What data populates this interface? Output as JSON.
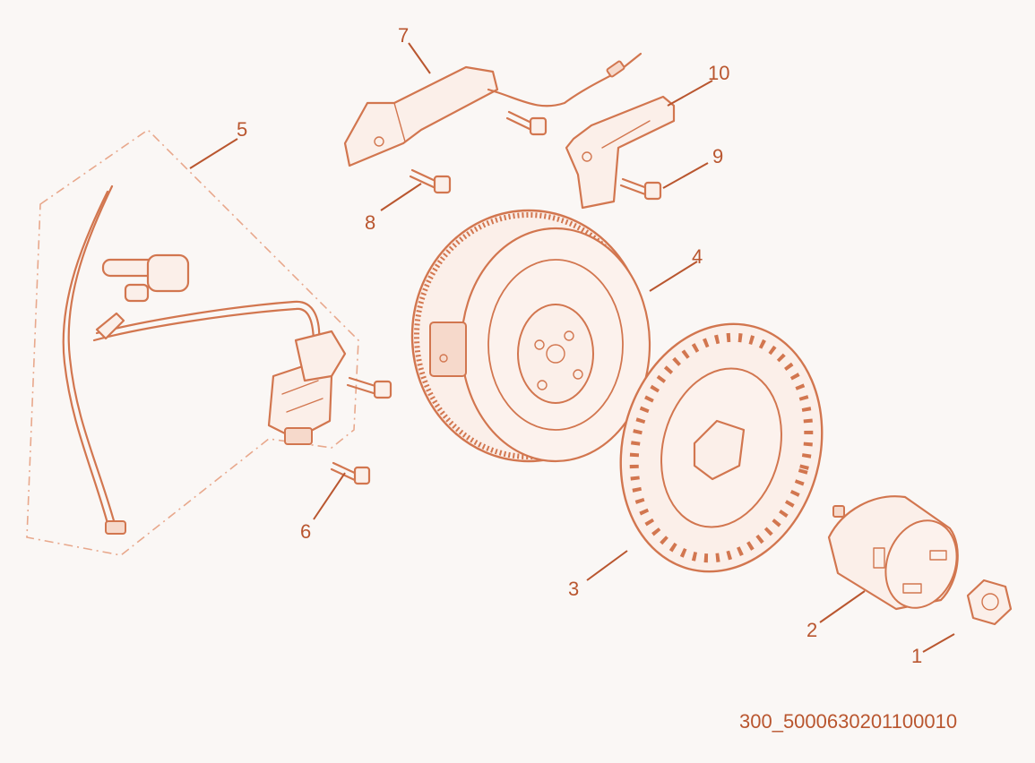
{
  "callouts": [
    "1",
    "2",
    "3",
    "4",
    "5",
    "6",
    "7",
    "8",
    "9",
    "10"
  ],
  "diagram_code": "300_5000630201100010",
  "colors": {
    "line": "#d2764f",
    "label": "#b9562f",
    "background": "#faf7f5"
  }
}
